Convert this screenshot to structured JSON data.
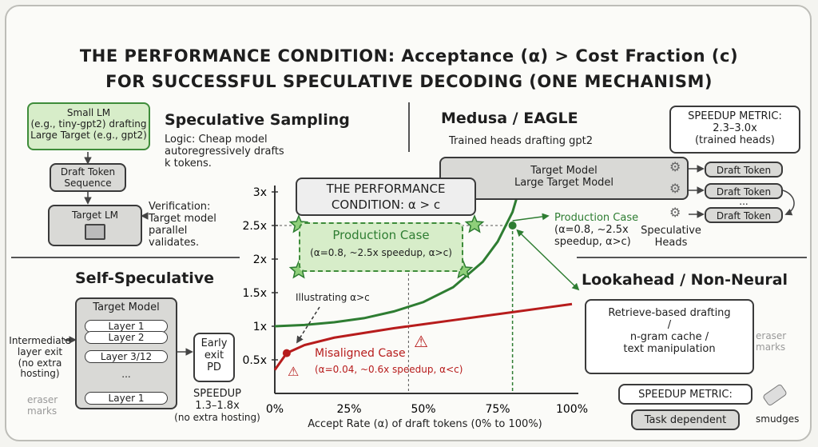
{
  "title": {
    "line1": "THE PERFORMANCE CONDITION: Acceptance (α) > Cost Fraction (c)",
    "line2": "FOR SUCCESSFUL SPECULATIVE DECODING (ONE MECHANISM)"
  },
  "spec": {
    "small_lm": [
      "Small LM",
      "(e.g., tiny-gpt2) drafting",
      "Large Target (e.g., gpt2)"
    ],
    "draft_seq": [
      "Draft Token",
      "Sequence"
    ],
    "target_lm": "Target LM",
    "verification": [
      "Verification:",
      "Target model",
      "parallel",
      "validates."
    ],
    "heading": "Speculative Sampling",
    "logic": [
      "Logic: Cheap model",
      "autoregressively drafts",
      "k tokens."
    ]
  },
  "medusa": {
    "heading": "Medusa / EAGLE",
    "sub": "Trained heads drafting gpt2",
    "target": [
      "Target Model",
      "Large Target Model"
    ],
    "tokens": [
      "Draft Token",
      "Draft Token",
      "...",
      "Draft Token"
    ],
    "metric": [
      "SPEEDUP METRIC:",
      "2.3–3.0x",
      "(trained heads)"
    ],
    "prod": [
      "Production Case",
      "(α=0.8, ~2.5x",
      "speedup, α>c)"
    ],
    "heads": [
      "Speculative",
      "Heads"
    ]
  },
  "selfspec": {
    "heading": "Self-Speculative",
    "target": "Target Model",
    "layers": [
      "Layer 1",
      "Layer 2",
      "Layer 3/12",
      "...",
      "Layer 1"
    ],
    "exit_note": [
      "Intermediate",
      "layer exit",
      "(no extra",
      "hosting)"
    ],
    "early": [
      "Early",
      "exit",
      "PD"
    ],
    "speedup": [
      "SPEEDUP",
      "1.3–1.8x",
      "(no extra hosting)"
    ],
    "eraser": [
      "eraser",
      "marks"
    ]
  },
  "lookahead": {
    "heading": "Lookahead / Non-Neural",
    "box": [
      "Retrieve-based drafting",
      "/",
      "n-gram cache /",
      "text manipulation"
    ],
    "metric": "SPEEDUP METRIC:",
    "metric_val": "Task dependent",
    "eraser": [
      "eraser",
      "marks"
    ],
    "smudges": "smudges"
  },
  "chart_data": {
    "type": "line",
    "xlabel": "Accept Rate (α) of draft tokens (0% to 100%)",
    "x_ticks": [
      "0%",
      "25%",
      "50%",
      "75%",
      "100%"
    ],
    "y_ticks": [
      "0.5x",
      "1x",
      "1.5x",
      "2x",
      "2.5x",
      "3x"
    ],
    "xlim": [
      0,
      100
    ],
    "ylim": [
      0,
      3
    ],
    "series": [
      {
        "color": "#2e7d32",
        "x": [
          0,
          10,
          20,
          30,
          40,
          50,
          60,
          70,
          75,
          80,
          82
        ],
        "y": [
          1.0,
          1.02,
          1.06,
          1.12,
          1.22,
          1.36,
          1.58,
          1.96,
          2.26,
          2.7,
          3.0
        ]
      },
      {
        "color": "#b71c1c",
        "x": [
          0,
          4,
          10,
          20,
          30,
          40,
          50,
          60,
          70,
          80,
          90,
          100
        ],
        "y": [
          0.35,
          0.6,
          0.72,
          0.83,
          0.9,
          0.97,
          1.03,
          1.09,
          1.15,
          1.21,
          1.27,
          1.33
        ]
      }
    ],
    "condition_box": [
      "THE PERFORMANCE",
      "CONDITION: α > c"
    ],
    "production": [
      "Production Case",
      "(α=0.8, ~2.5x speedup, α>c)"
    ],
    "misaligned": [
      "Misaligned Case",
      "(α=0.04, ~0.6x speedup, α<c)"
    ],
    "illustrating": "Illustrating α>c"
  }
}
